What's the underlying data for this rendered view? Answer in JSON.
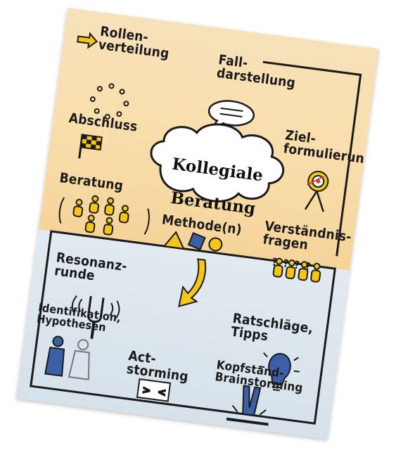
{
  "center": {
    "title_line1": "Kollegiale",
    "title_line2": "Beratung"
  },
  "top_section": {
    "items": [
      {
        "id": "rollenverteilung",
        "label": "Rollen-\nverteilung",
        "icon": "arrow-icon"
      },
      {
        "id": "falldarstellung",
        "label": "Fall-\ndarstellung",
        "icon": "speech-bubble-icon"
      },
      {
        "id": "zielformulierung",
        "label": "Ziel-\nformulierung",
        "icon": "target-icon"
      },
      {
        "id": "abschluss",
        "label": "Abschluss",
        "icon": "flag-icon"
      },
      {
        "id": "beratung",
        "label": "Beratung",
        "icon": "people-group-icon"
      },
      {
        "id": "verstaendnisfragen",
        "label": "Verständnis-\nfragen",
        "icon": "question-marks-icon"
      },
      {
        "id": "methoden",
        "label": "Methode(n)",
        "icon": "shapes-icon"
      }
    ]
  },
  "bottom_section": {
    "items": [
      {
        "id": "resonanzrunde",
        "label": "Resonanz-\nrunde",
        "icon": "tuning-fork-icon"
      },
      {
        "id": "ratschlaege",
        "label": "Ratschläge,\nTipps",
        "icon": "lightbulb-icon"
      },
      {
        "id": "identifikation",
        "label": "Identifikation,\nHypothesen",
        "icon": "two-people-icon"
      },
      {
        "id": "kopfstand",
        "label": "Kopfstand-\nBrainstorming",
        "icon": "headstand-icon"
      },
      {
        "id": "actstorming",
        "label": "Act-\nstorming",
        "icon": "stage-icon"
      }
    ]
  },
  "colors": {
    "top_background": "#f7e1b9",
    "bottom_background": "#d9e3ec",
    "accent_yellow": "#f5c518",
    "accent_blue": "#3c5fa6",
    "ink": "#1b1b1b"
  },
  "question_marks": [
    "?",
    "?",
    "?",
    "?"
  ]
}
